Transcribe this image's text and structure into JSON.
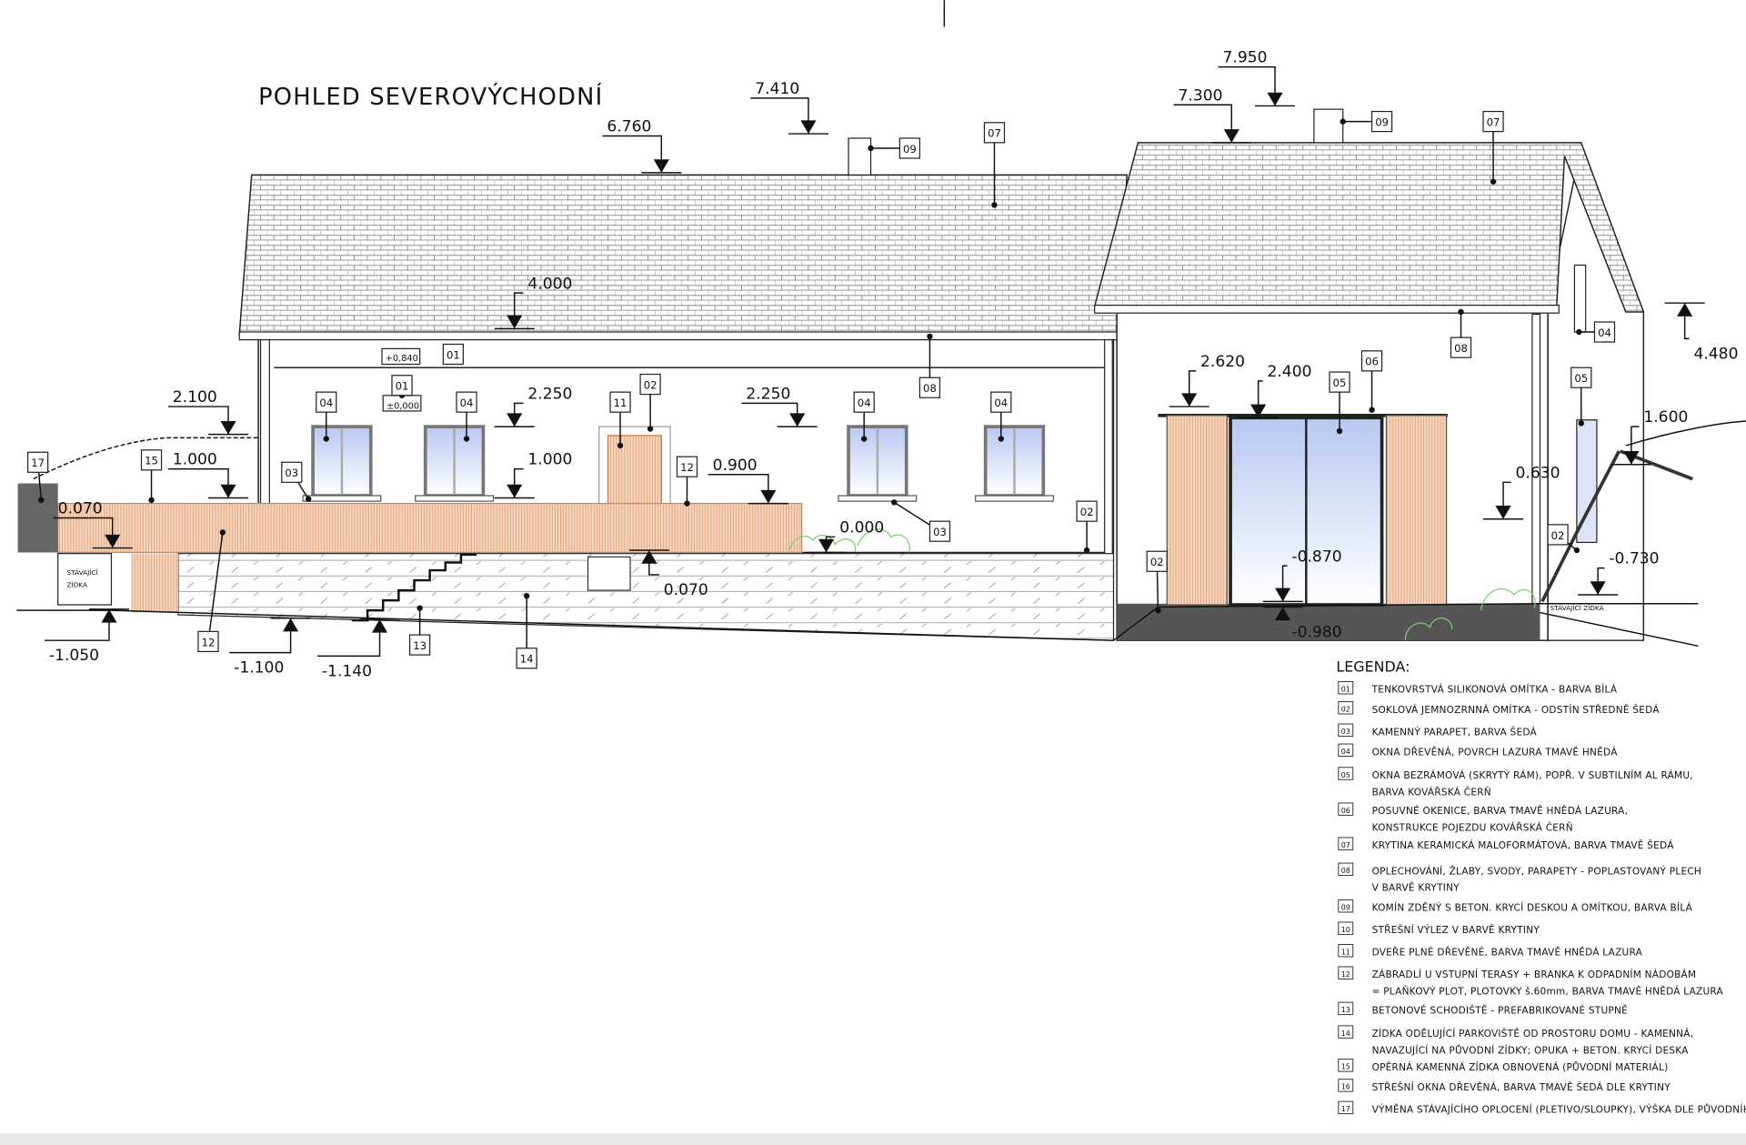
{
  "title": "POHLED SEVEROVÝCHODNÍ",
  "levels": [
    "7.950",
    "7.410",
    "7.300",
    "6.760",
    "4.000",
    "4.480",
    "2.100",
    "2.250",
    "2.250",
    "2.620",
    "2.400",
    "1.600",
    "1.000",
    "1.000",
    "0.900",
    "0.630",
    "0.070",
    "0.000",
    "0.070",
    "-0.870",
    "-0.980",
    "-0.730",
    "-1.050",
    "-1.100",
    "-1.140"
  ],
  "tags": [
    "17",
    "15",
    "03",
    "04",
    "01",
    "04",
    "11",
    "02",
    "12",
    "08",
    "04",
    "04",
    "03",
    "02",
    "12",
    "13",
    "14",
    "01",
    "09",
    "07",
    "09",
    "07",
    "06",
    "05",
    "08",
    "04",
    "05",
    "02",
    "02"
  ],
  "small_levels": [
    "+0,840",
    "±0,000"
  ],
  "notes": [
    "STÁVAJÍCÍ",
    "ZÍDKA",
    "STÁVAJÍCÍ ZÍDKA"
  ],
  "legend": {
    "heading": "LEGENDA:",
    "items": [
      {
        "code": "01",
        "lines": [
          "TENKOVRSTVÁ SILIKONOVÁ  OMÍTKA - BARVA BÍLÁ"
        ]
      },
      {
        "code": "02",
        "lines": [
          "SOKLOVÁ JEMNOZRNNÁ OMÍTKA - ODSTÍN STŘEDNĚ ŠEDÁ"
        ]
      },
      {
        "code": "03",
        "lines": [
          "KAMENNÝ PARAPET, BARVA ŠEDÁ"
        ]
      },
      {
        "code": "04",
        "lines": [
          "OKNA DŘEVĚNÁ, POVRCH LAZURA TMAVĚ HNĚDÁ"
        ]
      },
      {
        "code": "05",
        "lines": [
          "OKNA BEZRÁMOVÁ (SKRYTÝ RÁM), POPŘ. V SUBTILNÍM AL RÁMU,",
          "BARVA KOVÁŘSKÁ ČERŇ"
        ]
      },
      {
        "code": "06",
        "lines": [
          "POSUVNÉ OKENICE, BARVA TMAVĚ HNĚDÁ LAZURA,",
          "KONSTRUKCE POJEZDU KOVÁŘSKÁ ČERŇ"
        ]
      },
      {
        "code": "07",
        "lines": [
          "KRYTINA KERAMICKÁ MALOFORMÁTOVÁ, BARVA TMAVĚ ŠEDÁ"
        ]
      },
      {
        "code": "08",
        "lines": [
          "OPLECHOVÁNÍ, ŽLABY, SVODY, PARAPETY - POPLASTOVANÝ PLECH",
          "V BARVĚ KRYTINY"
        ]
      },
      {
        "code": "09",
        "lines": [
          "KOMÍN ZDĚNÝ S BETON. KRYCÍ DESKOU A OMÍTKOU, BARVA BÍLÁ"
        ]
      },
      {
        "code": "10",
        "lines": [
          "STŘEŠNÍ VÝLEZ V BARVĚ KRYTINY"
        ]
      },
      {
        "code": "11",
        "lines": [
          "DVEŘE PLNÉ DŘEVĚNÉ, BARVA TMAVĚ HNĚDÁ LAZURA"
        ]
      },
      {
        "code": "12",
        "lines": [
          "ZÁBRADLÍ U VSTUPNÍ TERASY + BRANKA K ODPADNÍM NÁDOBÁM",
          "= PLAŇKOVÝ PLOT, PLOTOVKY š.60mm, BARVA TMAVĚ HNĚDÁ LAZURA"
        ]
      },
      {
        "code": "13",
        "lines": [
          "BETONOVÉ SCHODIŠTĚ - PREFABRIKOVANÉ STUPNĚ"
        ]
      },
      {
        "code": "14",
        "lines": [
          "ZÍDKA ODĚLUJÍCÍ PARKOVIŠTĚ OD PROSTORU DOMU - KAMENNÁ,",
          "NAVAZUJÍCÍ NA PŮVODNÍ ZÍDKY; OPUKA + BETON. KRYCÍ DESKA"
        ]
      },
      {
        "code": "15",
        "lines": [
          "OPĚRNÁ KAMENNÁ ZÍDKA OBNOVENÁ (PŮVODNÍ MATERIÁL)"
        ]
      },
      {
        "code": "16",
        "lines": [
          "STŘEŠNÍ OKNA DŘEVĚNÁ, BARVA TMAVĚ ŠEDÁ DLE KRYTINY"
        ]
      },
      {
        "code": "17",
        "lines": [
          "VÝMĚNA STÁVAJÍCÍHO OPLOCENÍ (PLETIVO/SLOUPKY), VÝŠKA DLE PŮVODNÍHO"
        ]
      }
    ]
  },
  "colors": {
    "wood": "#e9a77a",
    "wood_line": "#d9824a",
    "glass": "#c9d6f5",
    "roof": "#ffffff",
    "fence": "#666666",
    "plants": "#7bcf6a",
    "footer": "#e6e6e6"
  }
}
